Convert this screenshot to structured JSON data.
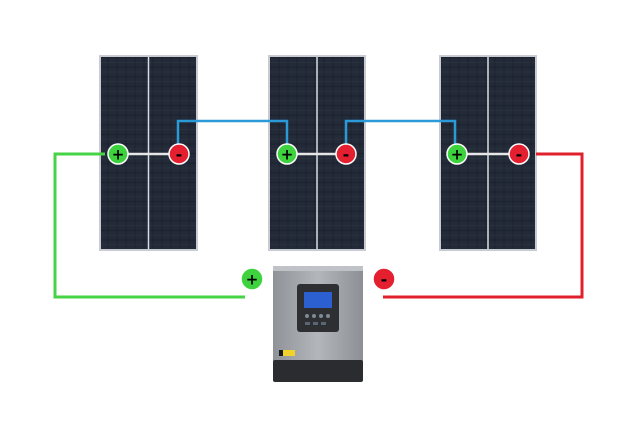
{
  "colors": {
    "background": "#ffffff",
    "positive_wire": "#46d446",
    "negative_wire": "#e0202a",
    "series_link_wire": "#2a9ad8",
    "panel_wire": "#e6e6e6",
    "positive_terminal": "#3ed33e",
    "negative_terminal": "#e42030",
    "panel_cell": "#1a1f2b",
    "panel_frame": "#c8ccd2",
    "inverter_body": "#a4a8ad",
    "inverter_base": "#2b2c2f",
    "inverter_screen": "#2c5fd0"
  },
  "diagram": {
    "panels": [
      {
        "name": "solar-panel-1"
      },
      {
        "name": "solar-panel-2"
      },
      {
        "name": "solar-panel-3"
      }
    ],
    "terminals": {
      "positive_symbol": "+",
      "negative_symbol": "-"
    },
    "inverter": {
      "icon": "solar-inverter-icon",
      "warning_icon": "warning-label-icon"
    }
  }
}
